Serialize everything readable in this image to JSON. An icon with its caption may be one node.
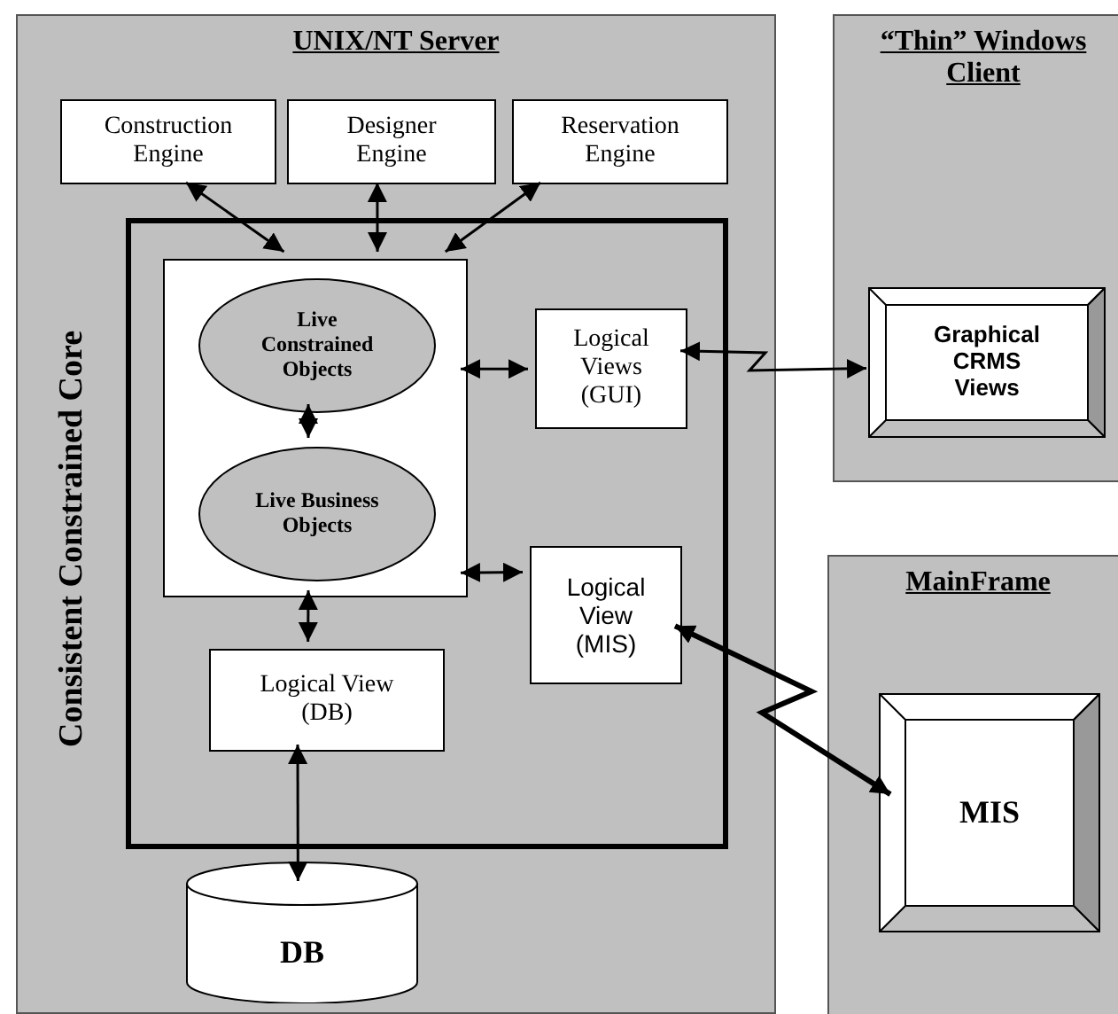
{
  "diagram": {
    "nodes": [
      {
        "text": [
          "UNIX/NT Server"
        ]
      },
      {
        "text": [
          "Construction Engine"
        ],
        "in": 0
      },
      {
        "text": [
          "Designer Engine"
        ],
        "in": 0
      },
      {
        "text": [
          "Reservation Engine"
        ],
        "in": 0
      },
      {
        "text": [
          "Consistent Constrained Core"
        ],
        "in": 0
      },
      {
        "text": [],
        "shape": "box",
        "in": 4
      },
      {
        "text": [
          "Live Constrained Objects"
        ],
        "in": 5
      },
      {
        "text": [
          "Live Business Objects"
        ],
        "in": 5
      },
      {
        "text": [
          "Logical Views (GUI)"
        ],
        "in": 4
      },
      {
        "text": [
          "Logical View (MIS)"
        ],
        "in": 4
      },
      {
        "text": [
          "Logical View (DB)"
        ],
        "in": 4
      },
      {
        "text": [
          "DB"
        ],
        "in": 0
      },
      {
        "text": [
          "“Thin” Windows Client"
        ]
      },
      {
        "text": [
          "Graphical CRMS Views"
        ],
        "in": 12
      },
      {
        "text": [
          "MainFrame"
        ]
      },
      {
        "text": [
          "MIS"
        ],
        "in": 14
      }
    ],
    "edges": [
      {
        "from": 1,
        "to": 5,
        "arrow": "both"
      },
      {
        "from": 2,
        "to": 5,
        "arrow": "both"
      },
      {
        "from": 3,
        "to": 5,
        "arrow": "both"
      },
      {
        "from": 6,
        "to": 7,
        "arrow": "both"
      },
      {
        "from": 5,
        "to": 8,
        "arrow": "both"
      },
      {
        "from": 5,
        "to": 9,
        "arrow": "both"
      },
      {
        "from": 5,
        "to": 10,
        "arrow": "both"
      },
      {
        "from": 10,
        "to": 11,
        "arrow": "both"
      },
      {
        "from": 8,
        "to": 13,
        "arrow": "both"
      },
      {
        "from": 9,
        "to": 15,
        "arrow": "both",
        "style": "thick"
      }
    ]
  }
}
